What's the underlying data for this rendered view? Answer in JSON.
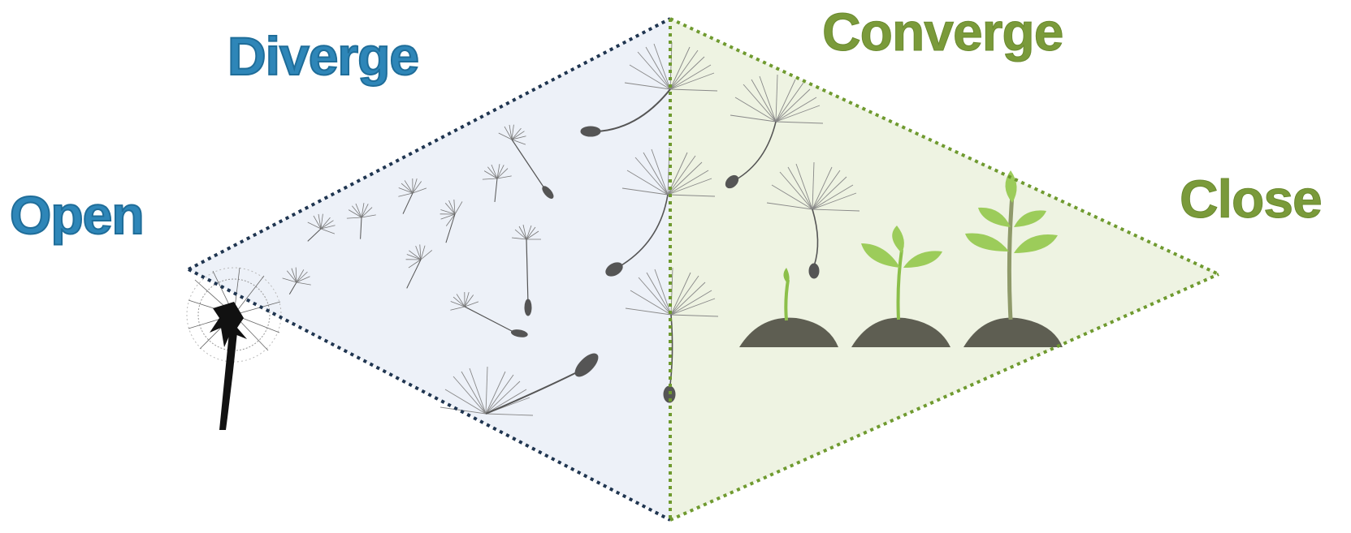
{
  "labels": {
    "open": "Open",
    "diverge": "Diverge",
    "converge": "Converge",
    "close": "Close"
  },
  "colors": {
    "diverge_text": "#2e86b8",
    "converge_text": "#7a9a3a",
    "diverge_fill": "#edf1f8",
    "converge_fill": "#eef3e2",
    "diverge_border": "#1f3550",
    "converge_border": "#6f9a2f",
    "seed": "#555555",
    "sprout": "#8cbf4a",
    "soil": "#5e5e52"
  }
}
